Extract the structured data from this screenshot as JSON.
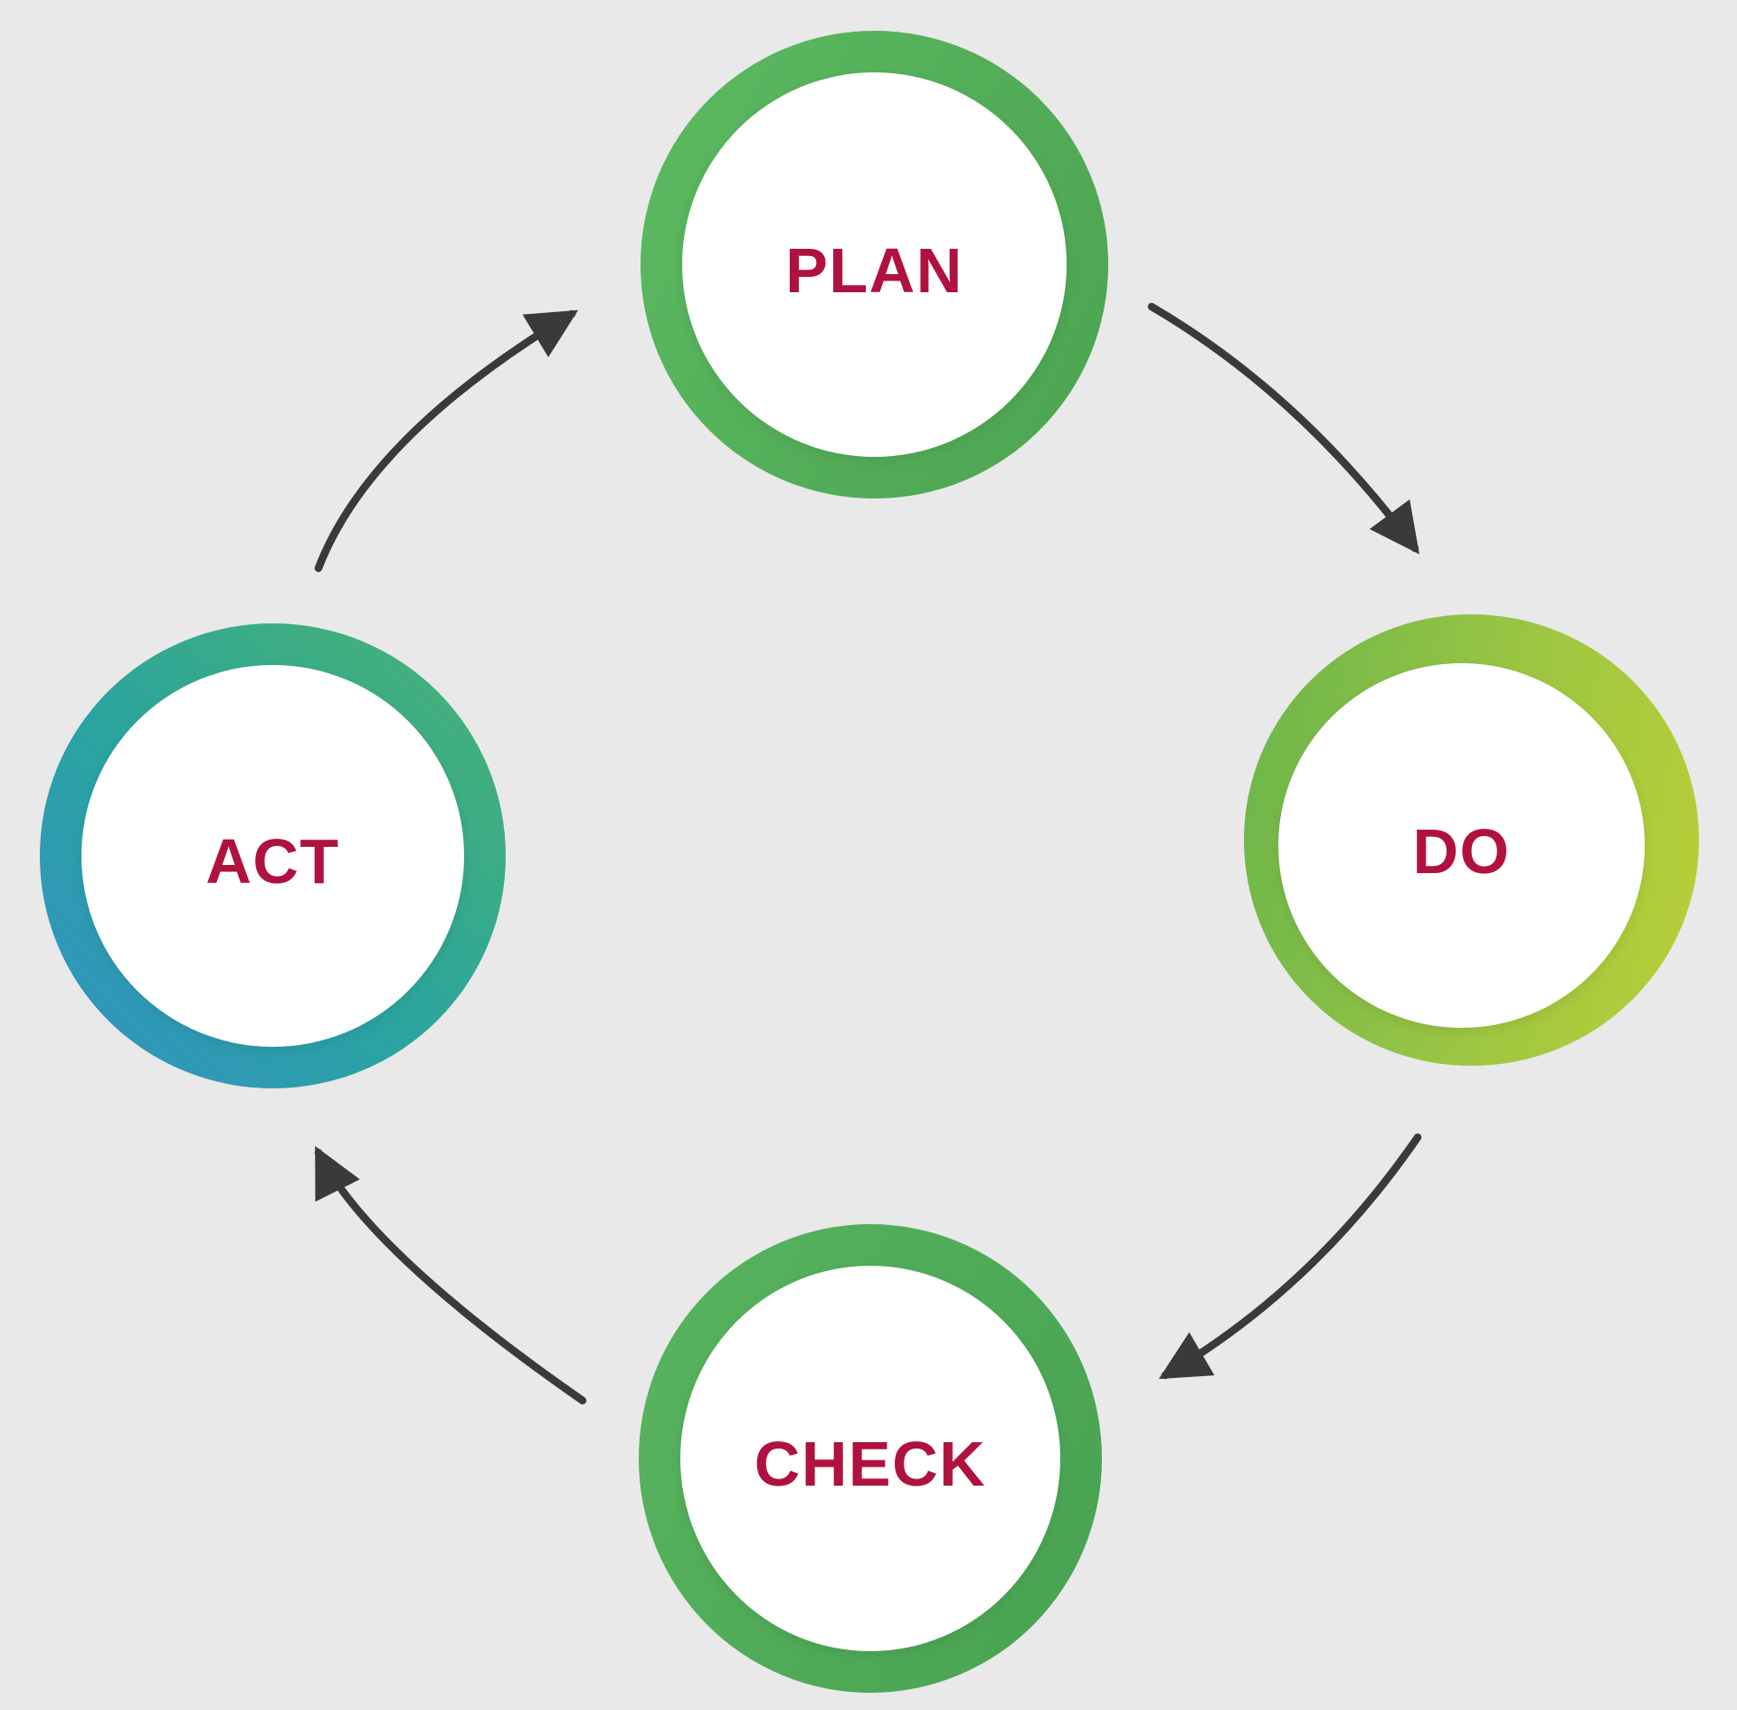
{
  "colors": {
    "background": "#e9e9e9",
    "label": "#b01240",
    "arrow": "#3a3a3a",
    "plan": [
      "#5cb961",
      "#4ca451"
    ],
    "do": [
      "#6ab54b",
      "#9cc643",
      "#b9cf36"
    ],
    "check": [
      "#58b45f",
      "#48a251"
    ],
    "act": [
      "#3390c7",
      "#2aa4a0",
      "#4bb46e"
    ]
  },
  "nodes": [
    {
      "id": "plan",
      "label": "PLAN"
    },
    {
      "id": "do",
      "label": "DO"
    },
    {
      "id": "check",
      "label": "CHECK"
    },
    {
      "id": "act",
      "label": "ACT"
    }
  ],
  "arrows": [
    {
      "from": "act",
      "to": "plan"
    },
    {
      "from": "plan",
      "to": "do"
    },
    {
      "from": "do",
      "to": "check"
    },
    {
      "from": "check",
      "to": "act"
    }
  ]
}
